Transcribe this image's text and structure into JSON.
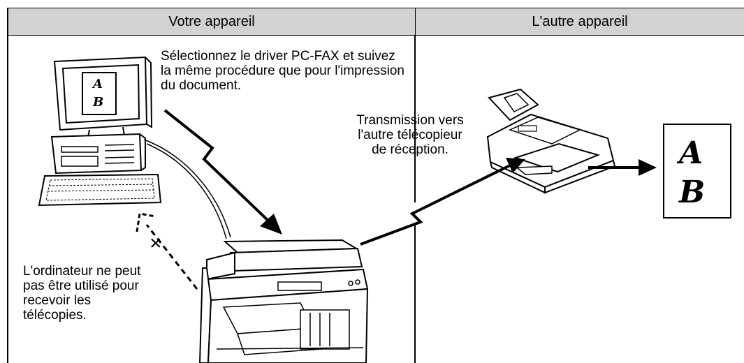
{
  "header": {
    "left_title": "Votre appareil",
    "right_title": "L'autre appareil"
  },
  "annotations": {
    "select_driver": "Sélectionnez le driver PC-FAX et suivez la même procédure que pour l'impression du document.",
    "transmission": "Transmission vers l'autre télécopieur de réception.",
    "computer_note": "L'ordinateur ne peut pas être utilisé pour recevoir les télécopies.",
    "cross_mark": "×"
  },
  "illustrations": {
    "screen_letters": [
      "A",
      "B"
    ],
    "output_letters": [
      "A",
      "B"
    ]
  }
}
